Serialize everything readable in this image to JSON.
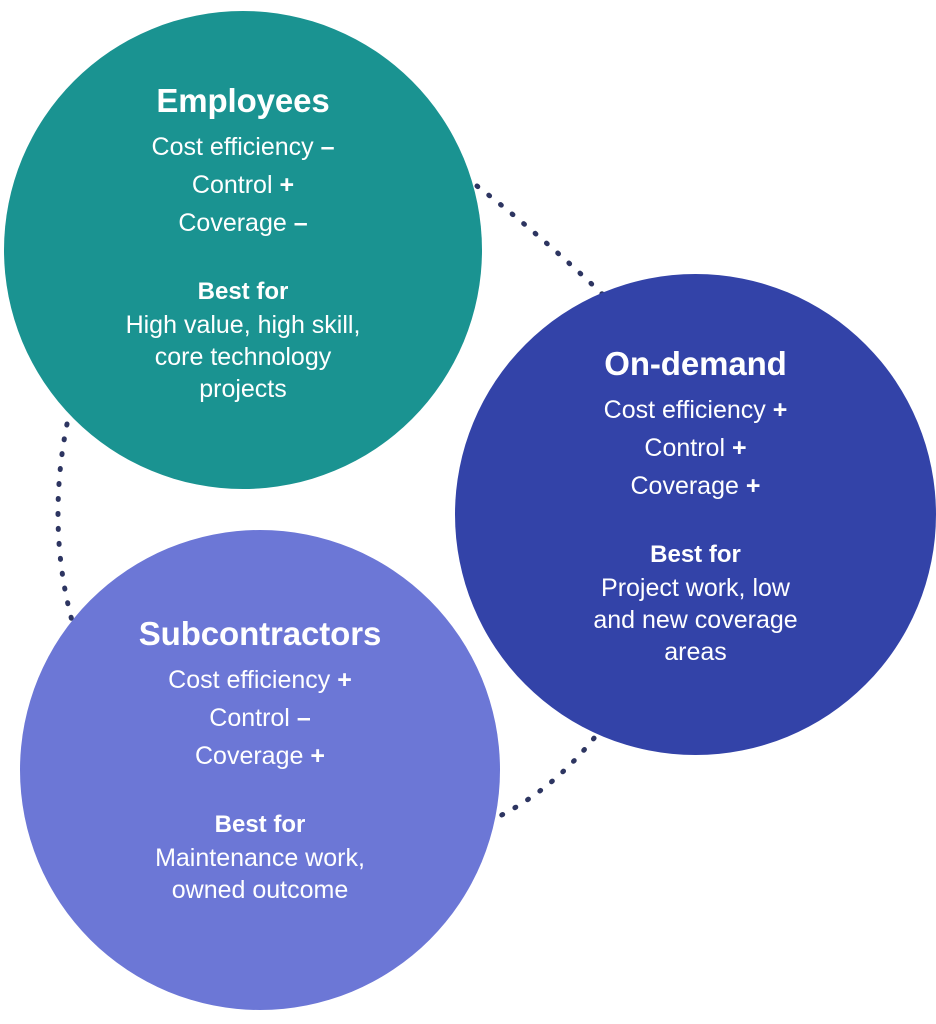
{
  "diagram": {
    "type": "venn-like-circle-comparison",
    "background_color": "#ffffff",
    "connector_color": "#2d3561",
    "nodes": [
      {
        "id": "employees",
        "title": "Employees",
        "color": "#1a9391",
        "attributes": [
          {
            "label": "Cost efficiency",
            "sign": "–"
          },
          {
            "label": "Control",
            "sign": "+"
          },
          {
            "label": "Coverage",
            "sign": "–"
          }
        ],
        "best_for_label": "Best for",
        "best_for_lines": [
          "High value, high skill,",
          "core technology",
          "projects"
        ]
      },
      {
        "id": "ondemand",
        "title": "On-demand",
        "color": "#3343a8",
        "attributes": [
          {
            "label": "Cost efficiency",
            "sign": "+"
          },
          {
            "label": "Control",
            "sign": "+"
          },
          {
            "label": "Coverage",
            "sign": "+"
          }
        ],
        "best_for_label": "Best for",
        "best_for_lines": [
          "Project work, low",
          "and new coverage",
          "areas"
        ]
      },
      {
        "id": "subcontractors",
        "title": "Subcontractors",
        "color": "#6c77d6",
        "attributes": [
          {
            "label": "Cost efficiency",
            "sign": "+"
          },
          {
            "label": "Control",
            "sign": "–"
          },
          {
            "label": "Coverage",
            "sign": "+"
          }
        ],
        "best_for_label": "Best for",
        "best_for_lines": [
          "Maintenance work,",
          "owned outcome"
        ]
      }
    ],
    "connectors": [
      {
        "from": "employees",
        "to": "ondemand"
      },
      {
        "from": "ondemand",
        "to": "subcontractors"
      },
      {
        "from": "subcontractors",
        "to": "employees"
      }
    ]
  }
}
